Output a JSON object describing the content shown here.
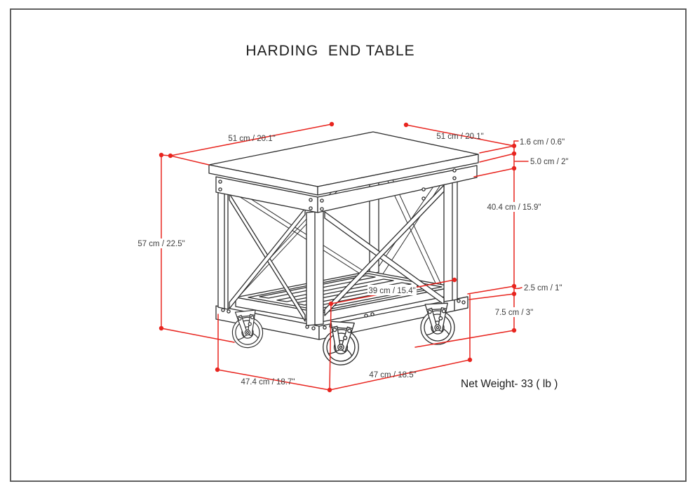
{
  "title": "HARDING  END TABLE",
  "net_weight": "Net Weight- 33 ( lb )",
  "colors": {
    "dimension_red": "#e8251f",
    "ink": "#2e2e2e",
    "label_gray": "#3d3d3d",
    "title_ink": "#1c1c1c",
    "border_gray": "#4f4f4f"
  },
  "dimensions": {
    "top_width": "51 cm / 20.1\"",
    "top_depth": "51 cm / 20.1\"",
    "top_thickness": "1.6 cm / 0.6\"",
    "apron_height": "5.0 cm / 2\"",
    "leg_clearance": "40.4 cm / 15.9\"",
    "overall_height": "57 cm / 22.5\"",
    "shelf_width": "39 cm / 15.4\"",
    "shelf_thickness": "2.5 cm / 1\"",
    "caster_height": "7.5 cm / 3\"",
    "base_depth": "47.4 cm / 18.7\"",
    "base_width": "47 cm / 18.5\""
  }
}
